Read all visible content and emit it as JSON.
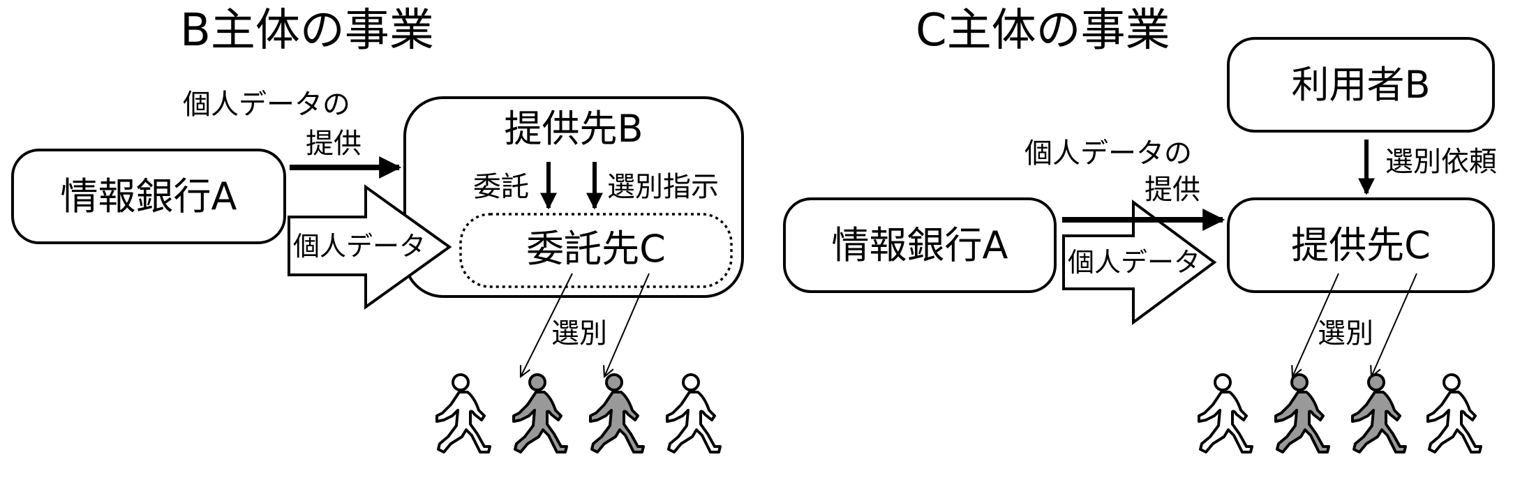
{
  "left": {
    "title": "B主体の事業",
    "info_bank": "情報銀行A",
    "provision_line1": "個人データの",
    "provision_line2": "提供",
    "personal_data": "個人データ",
    "recipient": "提供先B",
    "consign": "委託",
    "selection_instruction": "選別指示",
    "contractor": "委託先C",
    "selection": "選別"
  },
  "right": {
    "title": "C主体の事業",
    "user": "利用者B",
    "selection_request": "選別依頼",
    "provision_line1": "個人データの",
    "provision_line2": "提供",
    "info_bank": "情報銀行A",
    "personal_data": "個人データ",
    "recipient": "提供先C",
    "selection": "選別"
  },
  "people": {
    "left": [
      "unselected",
      "selected",
      "selected",
      "unselected"
    ],
    "right": [
      "unselected",
      "selected",
      "selected",
      "unselected"
    ]
  },
  "colors": {
    "line": "#000000",
    "selected_fill": "#999999",
    "unselected_fill": "#ffffff"
  },
  "icons": [
    "walking-person-icon"
  ]
}
